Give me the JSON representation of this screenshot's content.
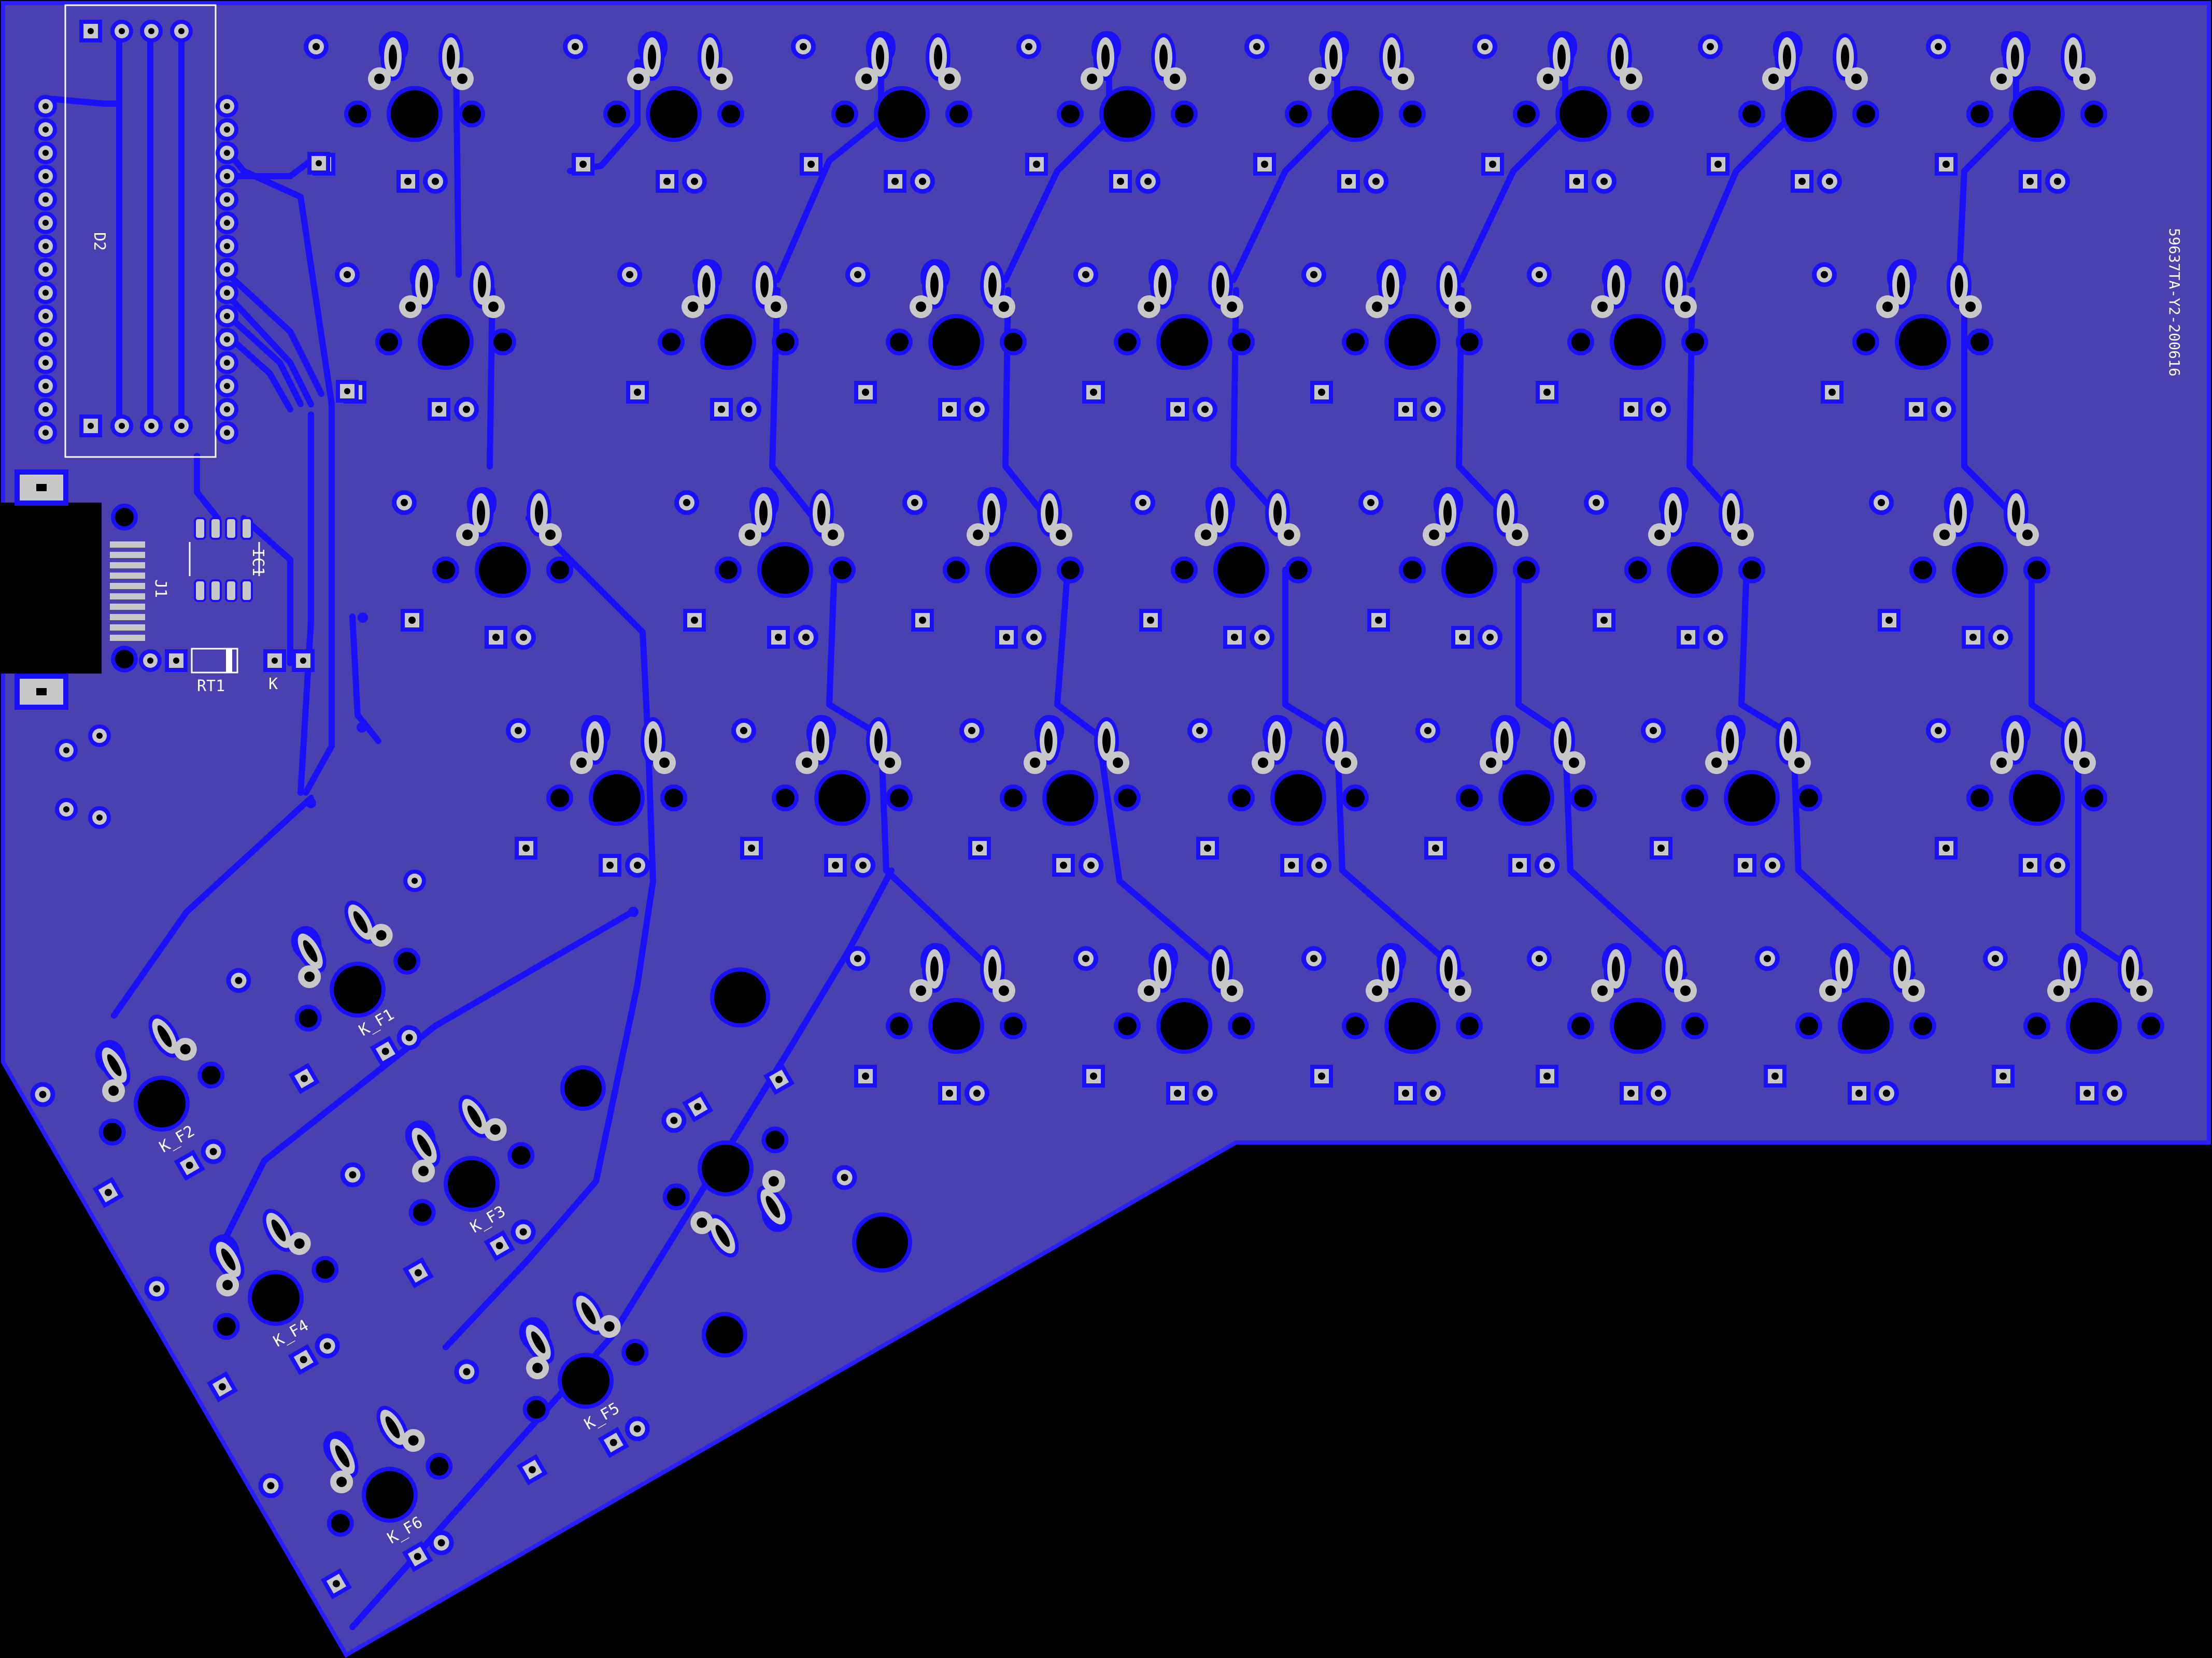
{
  "colors": {
    "background": "#000000",
    "board_fill": "#4a40b0",
    "board_edge": "#2a1fff",
    "copper": "#1a10f8",
    "pad": "#c8c8c8",
    "hole": "#000000",
    "silkscreen": "#ffffff"
  },
  "labels": {
    "revision": "59637TA-Y2-200616",
    "d2": "D2",
    "ic1": "IC1",
    "j1": "J1",
    "rt1": "RT1",
    "k": "K",
    "kf1": "K_F1",
    "kf2": "K_F2",
    "kf3": "K_F3",
    "kf4": "K_F4",
    "kf5": "K_F5",
    "kf6": "K_F6"
  },
  "icons": {
    "switch_footprint": "choc-hotswap-socket-icon",
    "mounting_hole": "mounting-hole-icon",
    "usb_connector": "usb-c-connector-icon"
  }
}
